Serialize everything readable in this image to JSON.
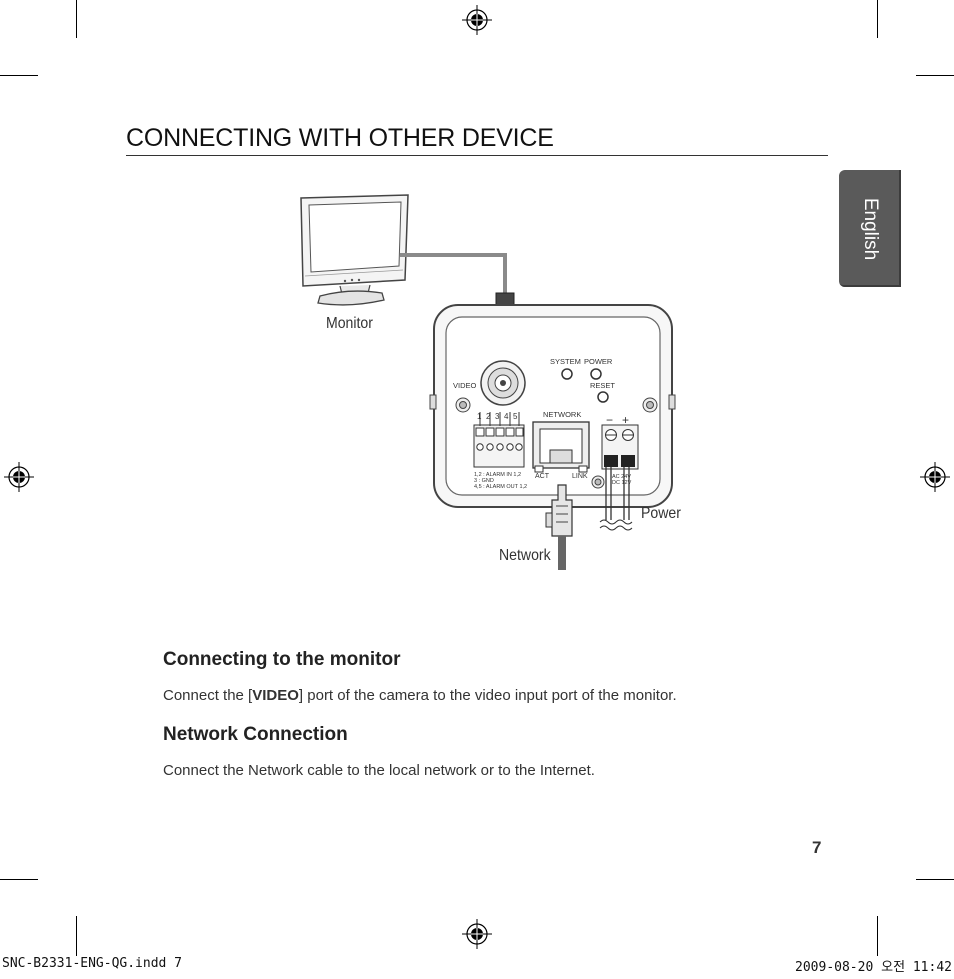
{
  "page": {
    "title": "CONNECTING WITH OTHER DEVICE",
    "language_tab": "English",
    "page_number": "7"
  },
  "diagram": {
    "monitor_label": "Monitor",
    "network_label": "Network",
    "power_label": "Power",
    "panel": {
      "video": "VIDEO",
      "system": "SYSTEM",
      "power": "POWER",
      "reset": "RESET",
      "network": "NETWORK",
      "act": "ACT",
      "link": "LINK",
      "terminals": [
        "1",
        "2",
        "3",
        "4",
        "5"
      ],
      "minus": "−",
      "plus": "+",
      "alarm_legend": [
        "1,2 : ALARM IN 1,2",
        "3 : GND",
        "4,5 : ALARM OUT 1,2"
      ],
      "power_legend": [
        "AC 24V",
        "DC 12V"
      ]
    }
  },
  "sections": [
    {
      "heading": "Connecting to the monitor",
      "text_before": "Connect the [",
      "bold": "VIDEO",
      "text_after": "] port of the camera to the video input port of the monitor."
    },
    {
      "heading": "Network Connection",
      "text": "Connect the Network cable to the local network or to the Internet."
    }
  ],
  "slug": {
    "file": "SNC-B2331-ENG-QG.indd   7",
    "date": "2009-08-20  오전 11:42"
  }
}
